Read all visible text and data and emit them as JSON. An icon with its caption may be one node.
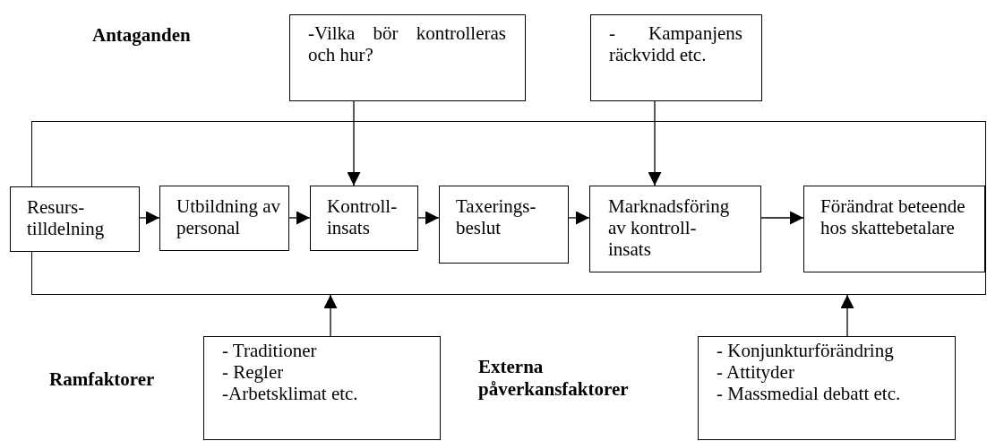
{
  "diagram": {
    "nodes": [
      {
        "text": [
          "-Vilka bör kontrolleras och hur?"
        ]
      },
      {
        "text": [
          "- Kampanjens räckvidd etc."
        ]
      },
      {
        "text": [],
        "shape": "box"
      },
      {
        "text": [
          "Resurs- tilldelning"
        ]
      },
      {
        "text": [
          "Utbildning av personal"
        ],
        "in": 2
      },
      {
        "text": [
          "Kontroll- insats"
        ],
        "in": 2
      },
      {
        "text": [
          "Taxerings- beslut"
        ],
        "in": 2
      },
      {
        "text": [
          "Marknadsföring av kontroll- insats"
        ],
        "in": 2
      },
      {
        "text": [
          "Förändrat beteende hos skattebetalare"
        ],
        "in": 2
      },
      {
        "text": [
          "- Traditioner",
          "- Regler",
          "-Arbetsklimat etc."
        ]
      },
      {
        "text": [
          "- Konjunkturförändring",
          "- Attityder",
          "- Massmedial debatt etc."
        ]
      }
    ],
    "edges": [
      {
        "from": 3,
        "to": 4,
        "arrow": "to"
      },
      {
        "from": 4,
        "to": 5,
        "arrow": "to"
      },
      {
        "from": 5,
        "to": 6,
        "arrow": "to"
      },
      {
        "from": 6,
        "to": 7,
        "arrow": "to"
      },
      {
        "from": 7,
        "to": 8,
        "arrow": "to"
      },
      {
        "from": 0,
        "to": 5,
        "arrow": "to"
      },
      {
        "from": 1,
        "to": 7,
        "arrow": "to"
      },
      {
        "from": 9,
        "to": 2,
        "arrow": "to"
      },
      {
        "from": 10,
        "to": 2,
        "arrow": "to"
      }
    ],
    "labels": [
      "Antaganden",
      "Ramfaktorer",
      "Externa påverkansfaktorer"
    ]
  }
}
